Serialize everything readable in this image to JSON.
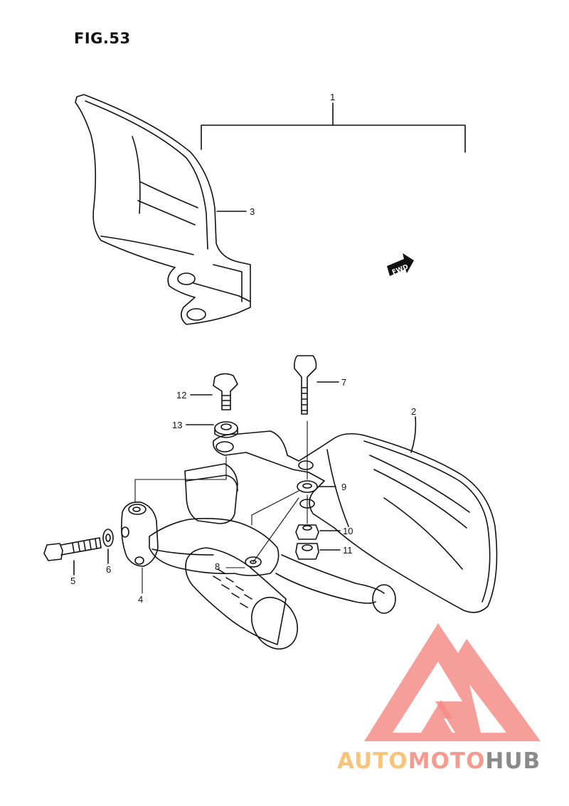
{
  "figure": {
    "title": "FIG.53"
  },
  "callouts": [
    {
      "id": "1",
      "label": "1"
    },
    {
      "id": "2",
      "label": "2"
    },
    {
      "id": "3",
      "label": "3"
    },
    {
      "id": "4",
      "label": "4"
    },
    {
      "id": "5",
      "label": "5"
    },
    {
      "id": "6",
      "label": "6"
    },
    {
      "id": "7",
      "label": "7"
    },
    {
      "id": "8",
      "label": "8"
    },
    {
      "id": "9",
      "label": "9"
    },
    {
      "id": "10",
      "label": "10"
    },
    {
      "id": "11",
      "label": "11"
    },
    {
      "id": "12",
      "label": "12"
    },
    {
      "id": "13",
      "label": "13"
    }
  ],
  "direction_marker": {
    "text": "FWD"
  },
  "watermark": {
    "part1": "AUTO",
    "part2": "MOTO",
    "part3": "HUB",
    "colors": {
      "auto": "#f9c37a",
      "moto": "#f59a8f",
      "hub": "#8a8a8a",
      "logo": "#f48a84"
    }
  }
}
